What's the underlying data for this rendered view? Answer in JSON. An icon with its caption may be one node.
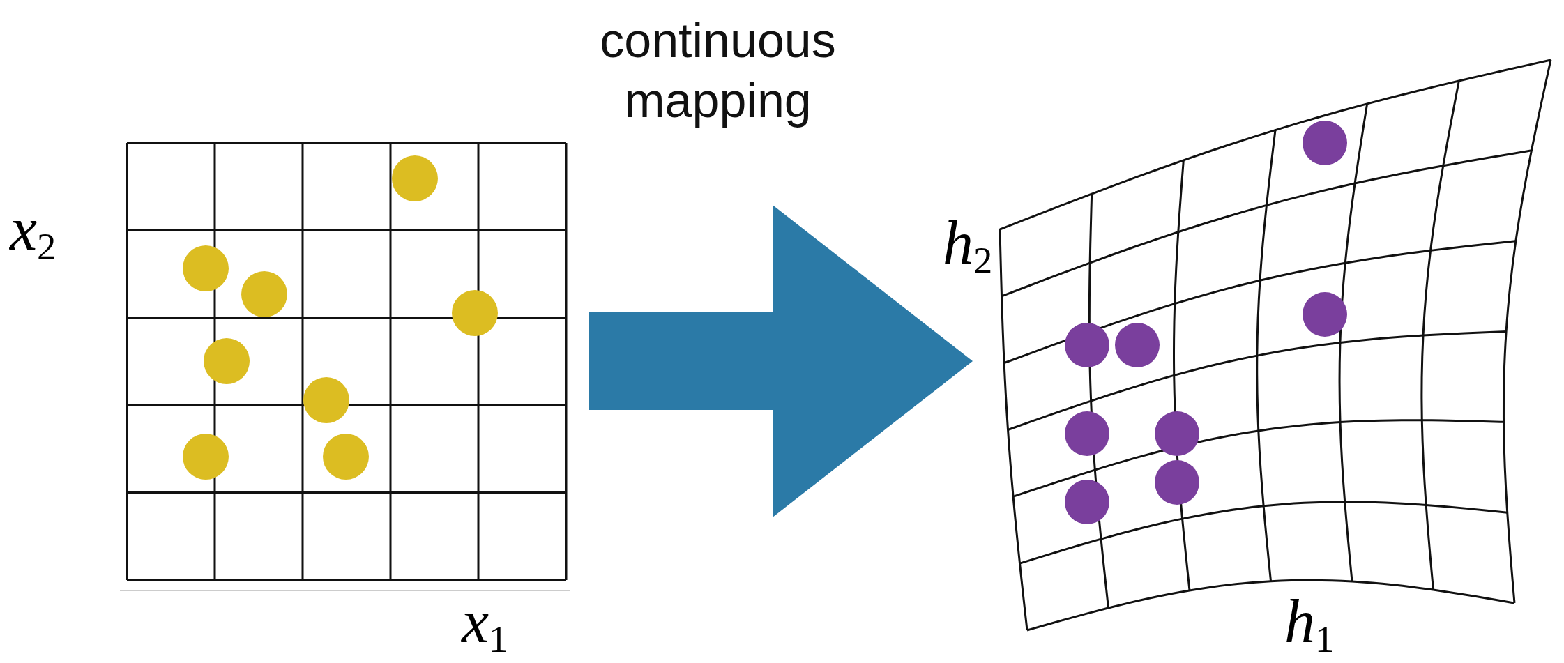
{
  "diagram": {
    "nodes": [
      {
        "text": [],
        "shape": "picture"
      },
      {
        "text": [],
        "shape": "picture"
      }
    ],
    "edges": [
      {
        "from": 0,
        "to": 1,
        "arrow": "to",
        "label": "continuous mapping"
      }
    ],
    "labels": [
      "x$_{2}$",
      "x$_{1}$",
      "h$_{2}$",
      "h$_{1}$"
    ]
  }
}
